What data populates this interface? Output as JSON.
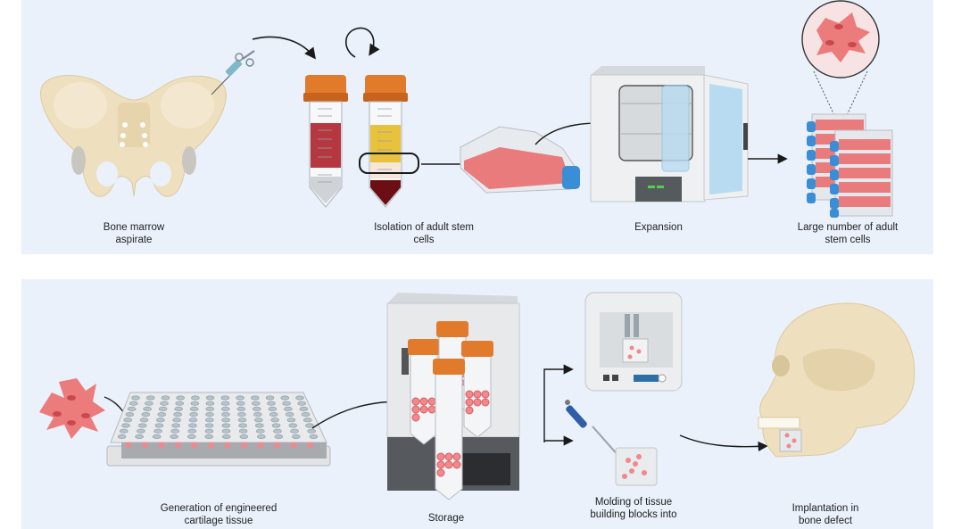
{
  "figure": {
    "top_panel": {
      "steps": [
        {
          "id": "bone-marrow",
          "label_lines": [
            "Bone marrow",
            "aspirate"
          ]
        },
        {
          "id": "isolation",
          "label_lines": [
            "Isolation of adult stem",
            "cells"
          ]
        },
        {
          "id": "expansion",
          "label_lines": [
            "Expansion"
          ]
        },
        {
          "id": "large-number",
          "label_lines": [
            "Large number of adult",
            "stem cells"
          ]
        }
      ]
    },
    "bottom_panel": {
      "steps": [
        {
          "id": "generation",
          "label_lines": [
            "Generation of engineered",
            "cartilage tissue"
          ]
        },
        {
          "id": "storage",
          "label_lines": [
            "Storage"
          ]
        },
        {
          "id": "molding",
          "label_lines": [
            "Molding of tissue",
            "building blocks into"
          ]
        },
        {
          "id": "implantation",
          "label_lines": [
            "Implantation in",
            "bone defect"
          ]
        }
      ]
    },
    "colors": {
      "panel_bg": "#eaf1fb",
      "bone": "#eedfbf",
      "cap_orange": "#e27a2c",
      "blood_red": "#b5373f",
      "plasma_yellow": "#e8c23c",
      "cell_pink": "#ec7b7b",
      "flask_cap_blue": "#3a8ed6",
      "arrow": "#1a1a1a"
    }
  }
}
